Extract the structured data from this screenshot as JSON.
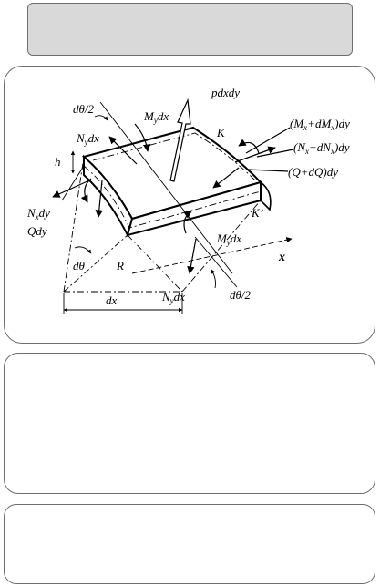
{
  "diagram": {
    "labels": {
      "dtheta_half_top": "dθ/2",
      "my_dx_top": "M",
      "my_dx_top_sub": "y",
      "my_dx_top_tail": "dx",
      "ny_dx_top": "N",
      "ny_dx_top_sub": "y",
      "ny_dx_top_tail": "dx",
      "h": "h",
      "nx_dy": "N",
      "nx_dy_sub": "x",
      "nx_dy_tail": "dy",
      "q_dy": "Qdy",
      "dtheta": "dθ",
      "r": "R",
      "dx": "dx",
      "p_dx_dy": "pdxdy",
      "k": "K",
      "k_prime": "K’",
      "mx_dmx_dy": "(M",
      "mx_dmx_dy_sub1": "x",
      "mx_dmx_dy_mid": "+dM",
      "mx_dmx_dy_sub2": "x",
      "mx_dmx_dy_tail": ")dy",
      "nx_dnx_dy": "(N",
      "nx_dnx_dy_sub1": "x",
      "nx_dnx_dy_mid": "+dN",
      "nx_dnx_dy_sub2": "x",
      "nx_dnx_dy_tail": ")dy",
      "q_dq_dy": "(Q+dQ)dy",
      "my_dx_bottom": "M",
      "my_dx_bottom_sub": "y",
      "my_dx_bottom_tail": "dx",
      "ny_dx_bottom": "N",
      "ny_dx_bottom_sub": "y",
      "ny_dx_bottom_tail": "dx",
      "dtheta_half_bottom": "dθ/2",
      "x_axis": "x"
    }
  }
}
